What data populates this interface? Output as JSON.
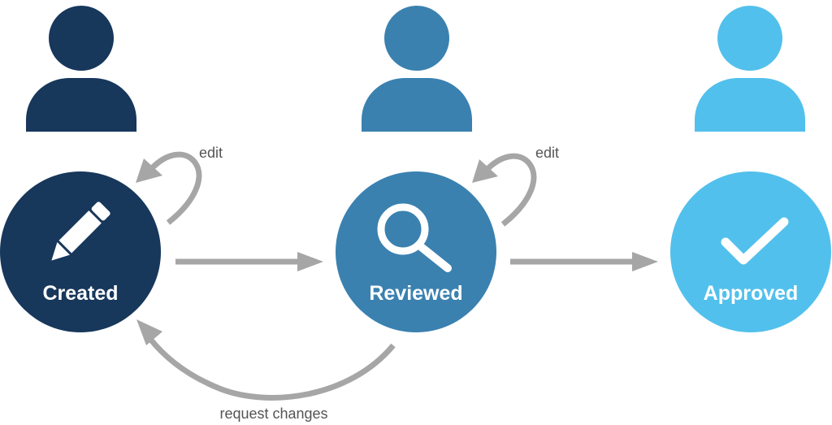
{
  "colors": {
    "created": "#17375b",
    "reviewed": "#3a81b0",
    "approved": "#52c0ec",
    "arrow": "#a6a6a6",
    "label_text": "#555555",
    "state_text": "#ffffff"
  },
  "states": {
    "created": {
      "label": "Created",
      "icon": "pencil-icon",
      "person_icon": "person-icon"
    },
    "reviewed": {
      "label": "Reviewed",
      "icon": "magnifier-icon",
      "person_icon": "person-icon"
    },
    "approved": {
      "label": "Approved",
      "icon": "checkmark-icon",
      "person_icon": "person-icon"
    }
  },
  "edges": {
    "created_self": {
      "label": "edit"
    },
    "reviewed_self": {
      "label": "edit"
    },
    "created_to_reviewed": {
      "label": ""
    },
    "reviewed_to_approved": {
      "label": ""
    },
    "reviewed_to_created": {
      "label": "request changes"
    }
  }
}
